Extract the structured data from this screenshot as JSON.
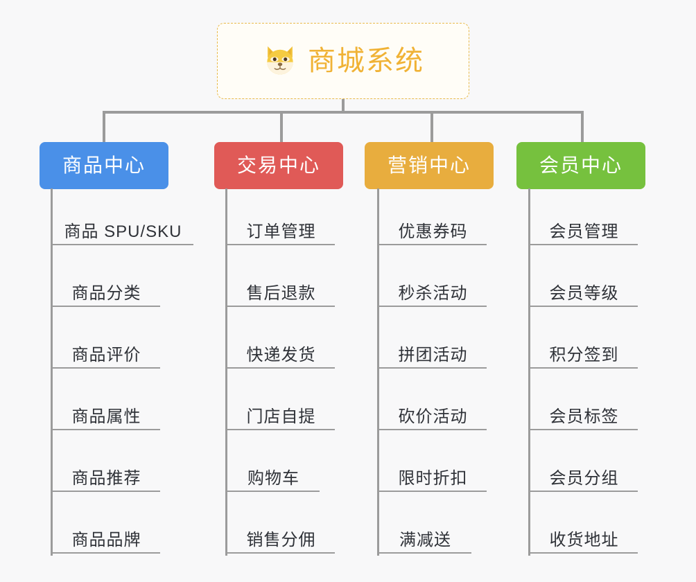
{
  "background_color": "#f8f8f9",
  "root": {
    "title": "商城系统",
    "icon": "shiba-dog-emoji",
    "border_color": "#e8b949",
    "text_color": "#f0b235"
  },
  "connector_color": "#9b9b9b",
  "categories": [
    {
      "label": "商品中心",
      "color": "#4a90e8",
      "items": [
        "商品 SPU/SKU",
        "商品分类",
        "商品评价",
        "商品属性",
        "商品推荐",
        "商品品牌"
      ]
    },
    {
      "label": "交易中心",
      "color": "#e05a57",
      "items": [
        "订单管理",
        "售后退款",
        "快递发货",
        "门店自提",
        "购物车",
        "销售分佣"
      ]
    },
    {
      "label": "营销中心",
      "color": "#e8ad3e",
      "items": [
        "优惠券码",
        "秒杀活动",
        "拼团活动",
        "砍价活动",
        "限时折扣",
        "满减送"
      ]
    },
    {
      "label": "会员中心",
      "color": "#76c13e",
      "items": [
        "会员管理",
        "会员等级",
        "积分签到",
        "会员标签",
        "会员分组",
        "收货地址"
      ]
    }
  ]
}
